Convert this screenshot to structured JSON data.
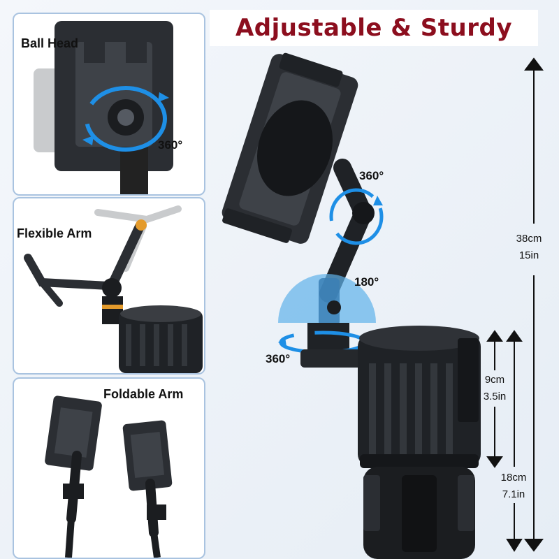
{
  "title": "Adjustable & Sturdy",
  "panels": [
    {
      "label": "Ball Head",
      "angle": "360°"
    },
    {
      "label": "Flexible Arm"
    },
    {
      "label": "Foldable Arm"
    }
  ],
  "main_angles": {
    "arm_rotation": "360°",
    "tilt": "180°",
    "base_rotation": "360°"
  },
  "measurements": {
    "total_height_cm": "38cm",
    "total_height_in": "15in",
    "cup_height_cm": "9cm",
    "cup_height_in": "3.5in",
    "base_height_cm": "18cm",
    "base_height_in": "7.1in"
  },
  "colors": {
    "title": "#8c0e1e",
    "panel_border": "#a9c3e0",
    "rotation_arrow": "#1e8fe6",
    "product": "#1f2226"
  },
  "icons": [
    "rotation-arrow-icon",
    "dimension-arrow-icon"
  ]
}
